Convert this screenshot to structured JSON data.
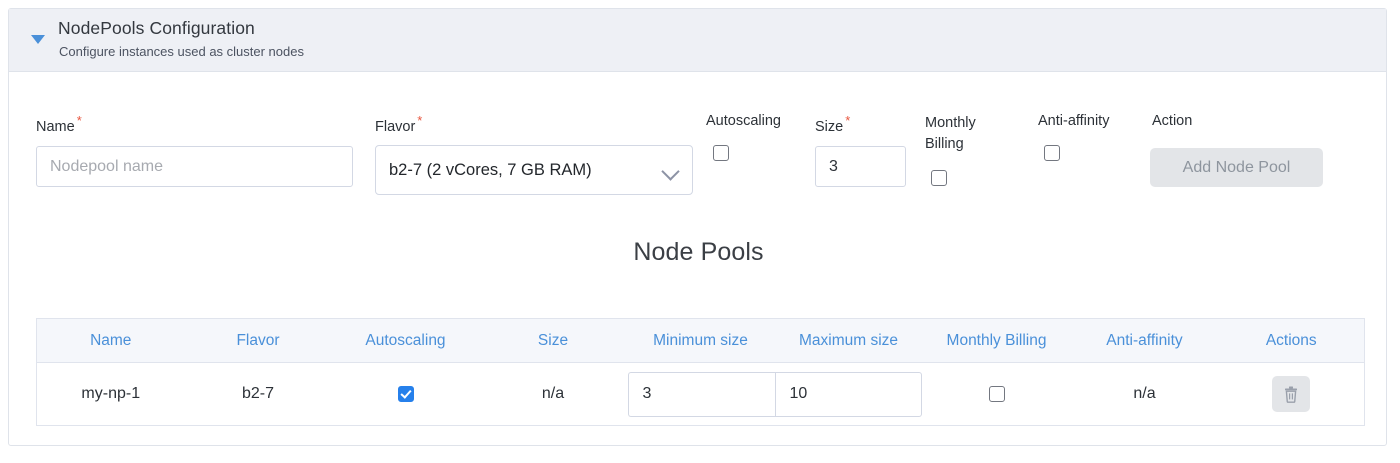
{
  "panel": {
    "title": "NodePools Configuration",
    "subtitle": "Configure instances used as cluster nodes",
    "caret_icon": "chevron-down-icon",
    "header_bg": "#eef0f5"
  },
  "form": {
    "name": {
      "label": "Name",
      "required": "*",
      "value": "",
      "placeholder": "Nodepool name"
    },
    "flavor": {
      "label": "Flavor",
      "required": "*",
      "selected": "b2-7 (2 vCores, 7 GB RAM)",
      "chevron_icon": "chevron-down-icon"
    },
    "autoscaling": {
      "label": "Autoscaling",
      "checked": false
    },
    "size": {
      "label": "Size",
      "required": "*",
      "value": "3"
    },
    "monthly_billing": {
      "label_line1": "Monthly",
      "label_line2": "Billing",
      "checked": false
    },
    "anti_affinity": {
      "label": "Anti-affinity",
      "checked": false
    },
    "action": {
      "label": "Action",
      "button_label": "Add Node Pool",
      "disabled": true,
      "button_bg": "#e3e5e8",
      "button_text_color": "#8e959e"
    }
  },
  "section": {
    "title": "Node Pools"
  },
  "table": {
    "header_color": "#4a90d9",
    "header_bg": "#f5f7fb",
    "columns": [
      "Name",
      "Flavor",
      "Autoscaling",
      "Size",
      "Minimum size",
      "Maximum size",
      "Monthly Billing",
      "Anti-affinity",
      "Actions"
    ],
    "rows": [
      {
        "name": "my-np-1",
        "flavor": "b2-7",
        "autoscaling_checked": true,
        "size": "n/a",
        "minimum_size": "3",
        "maximum_size": "10",
        "monthly_billing_checked": false,
        "anti_affinity": "n/a",
        "action_icon": "trash-icon"
      }
    ]
  },
  "colors": {
    "accent_blue": "#4a90d9",
    "checkbox_checked": "#2680eb",
    "required_red": "#e8553e",
    "border": "#dfe3ea"
  }
}
